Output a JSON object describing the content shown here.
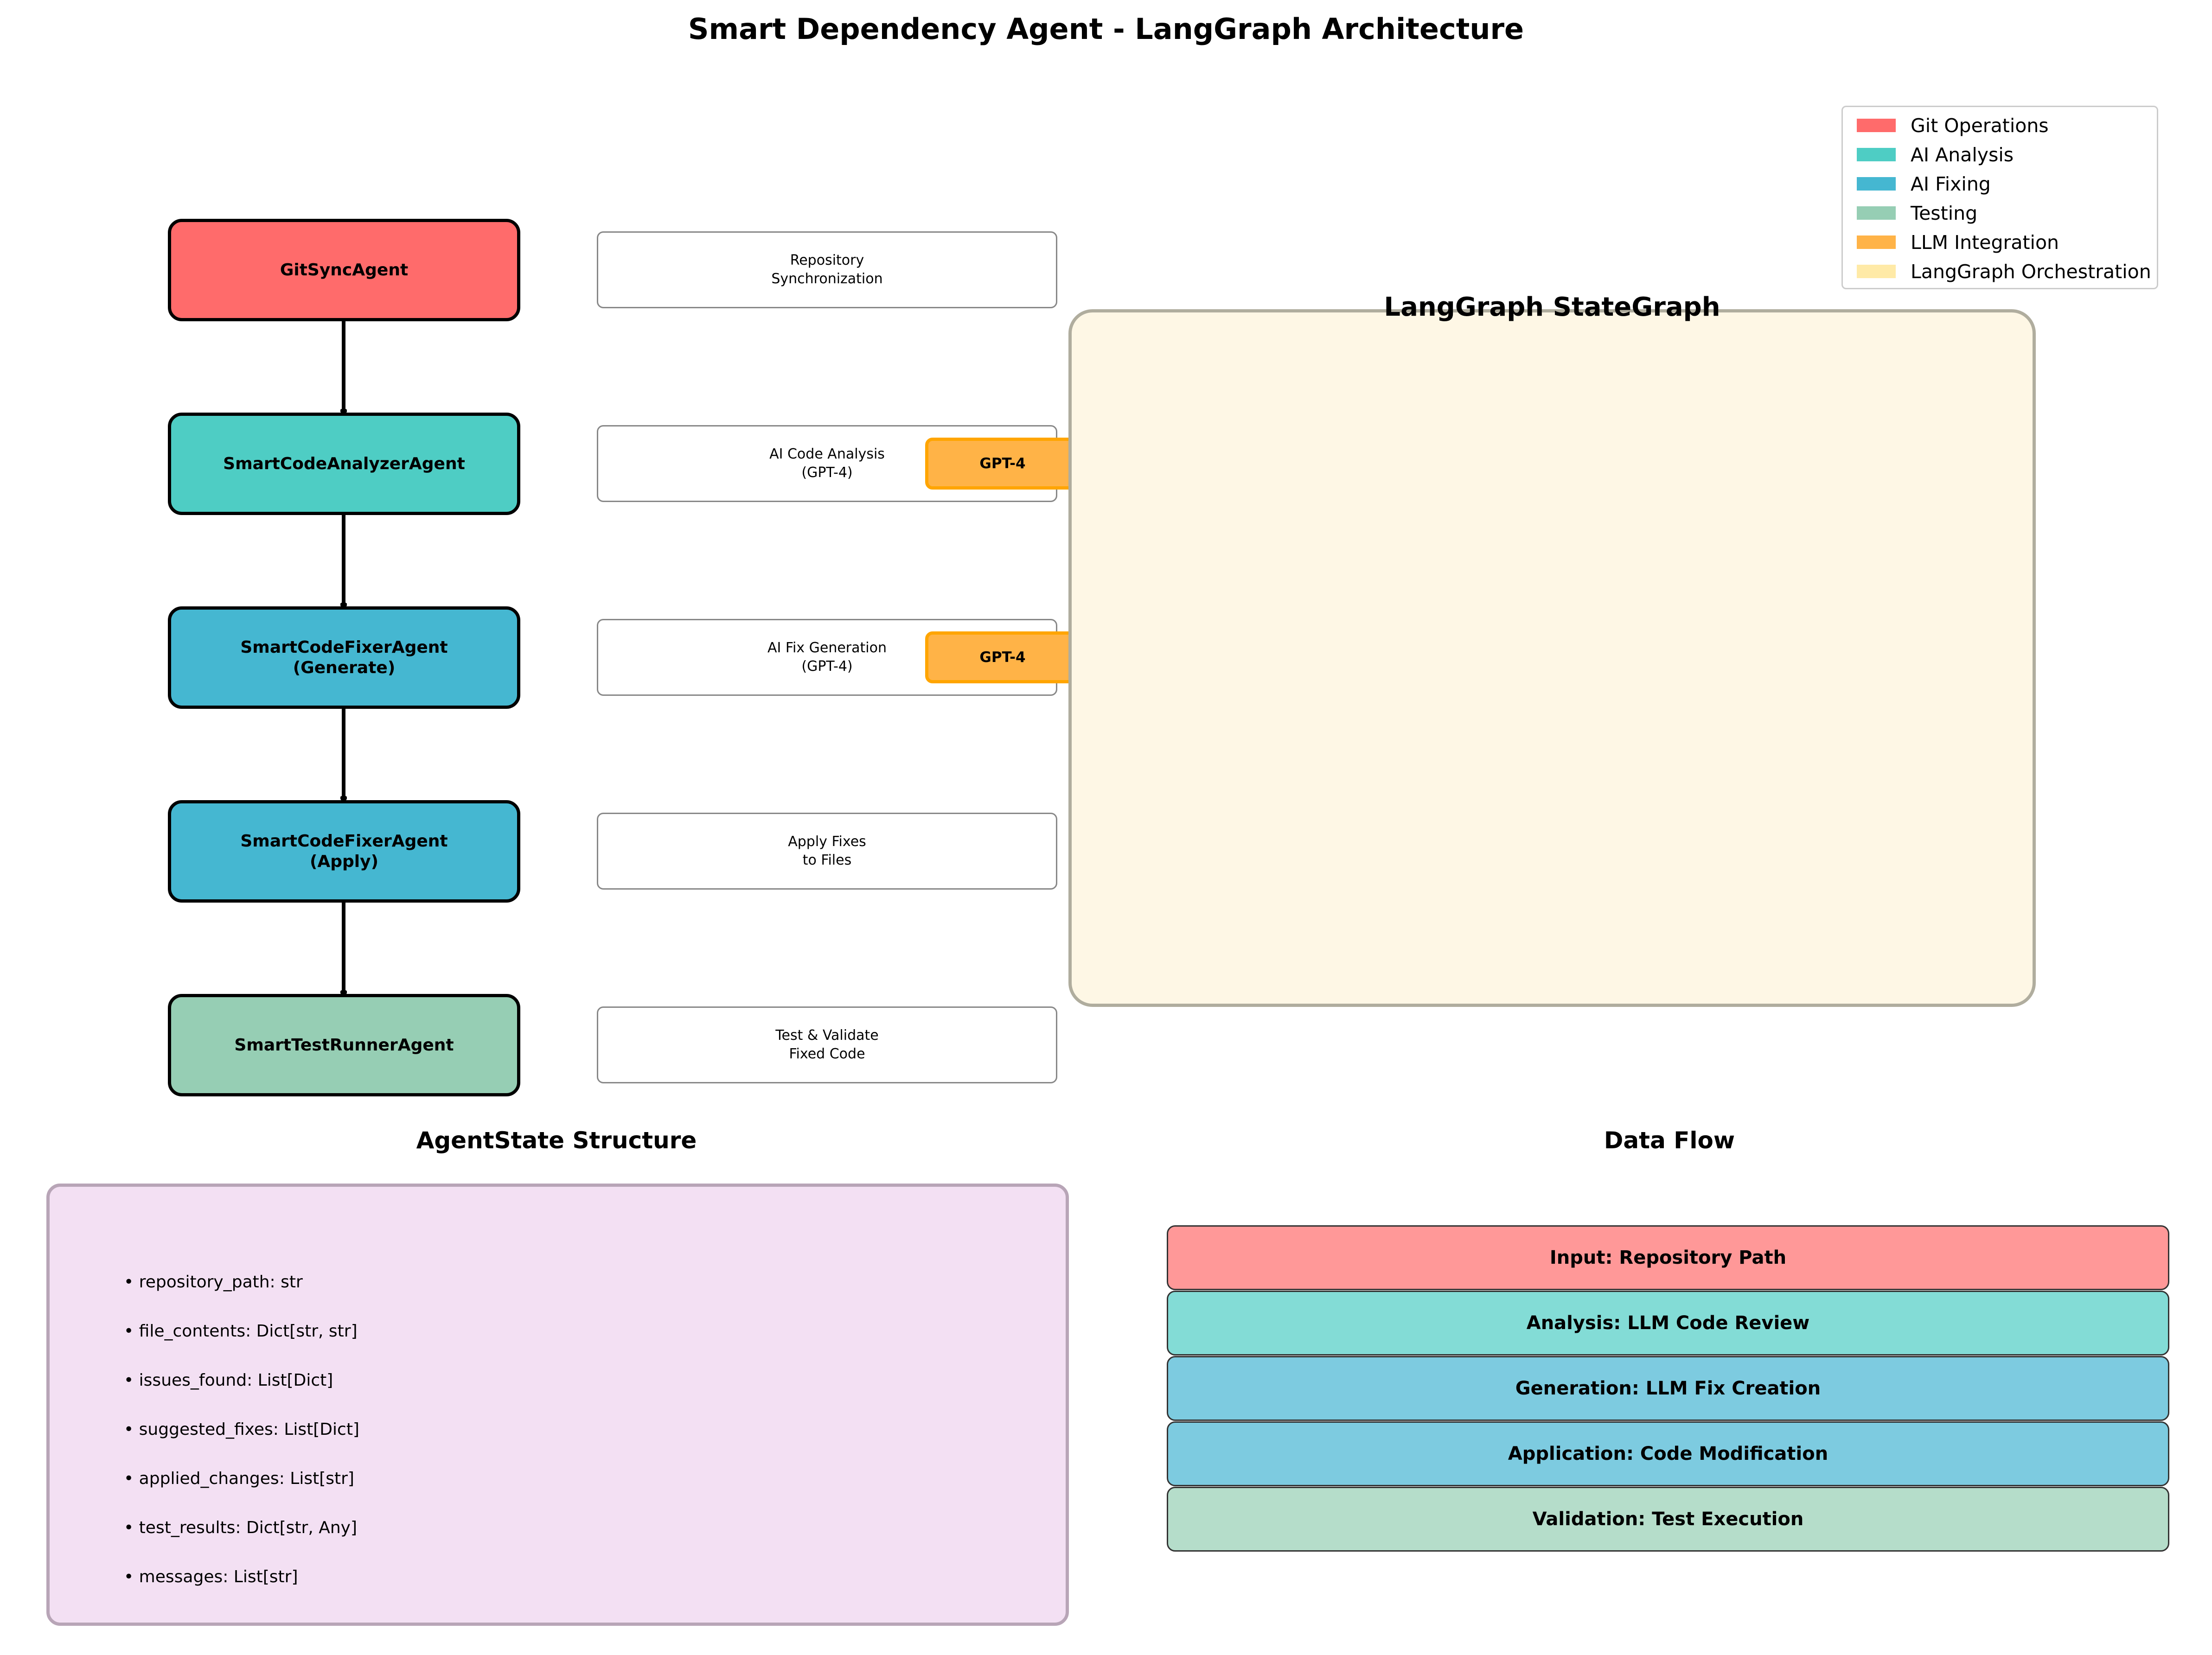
{
  "title": "Smart Dependency Agent - LangGraph Architecture",
  "agents": [
    {
      "label": "GitSyncAgent",
      "color": "#ff6b6b",
      "description": "Repository\nSynchronization",
      "llm": ""
    },
    {
      "label": "SmartCodeAnalyzerAgent",
      "color": "#4ecdc4",
      "description": "AI Code Analysis\n(GPT-4)",
      "llm": "GPT-4"
    },
    {
      "label": "SmartCodeFixerAgent\n(Generate)",
      "color": "#45b7d1",
      "description": "AI Fix Generation\n(GPT-4)",
      "llm": "GPT-4"
    },
    {
      "label": "SmartCodeFixerAgent\n(Apply)",
      "color": "#45b7d1",
      "description": "Apply Fixes\nto Files",
      "llm": ""
    },
    {
      "label": "SmartTestRunnerAgent",
      "color": "#96ceb4",
      "description": "Test & Validate\nFixed Code",
      "llm": ""
    }
  ],
  "stategraph": {
    "title": "LangGraph StateGraph",
    "color": "#fef7e5"
  },
  "legend": [
    {
      "label": "Git Operations",
      "color": "#ff6b6b"
    },
    {
      "label": "AI Analysis",
      "color": "#4ecdc4"
    },
    {
      "label": "AI Fixing",
      "color": "#45b7d1"
    },
    {
      "label": "Testing",
      "color": "#96ceb4"
    },
    {
      "label": "LLM Integration",
      "color": "#ffb347"
    },
    {
      "label": "LangGraph Orchestration",
      "color": "#ffeaa7"
    }
  ],
  "agent_state": {
    "title": "AgentState Structure",
    "fields": [
      "• repository_path: str",
      "• file_contents: Dict[str, str]",
      "• issues_found: List[Dict]",
      "• suggested_fixes: List[Dict]",
      "• applied_changes: List[str]",
      "• test_results: Dict[str, Any]",
      "• messages: List[str]"
    ]
  },
  "data_flow": {
    "title": "Data Flow",
    "steps": [
      {
        "label": "Input: Repository Path",
        "color": "#ff9898"
      },
      {
        "label": "Analysis: LLM Code Review",
        "color": "#83dcd6"
      },
      {
        "label": "Generation: LLM Fix Creation",
        "color": "#7dcbe0"
      },
      {
        "label": "Application: Code Modification",
        "color": "#7dcbe0"
      },
      {
        "label": "Validation: Test Execution",
        "color": "#b5ddca"
      }
    ]
  }
}
